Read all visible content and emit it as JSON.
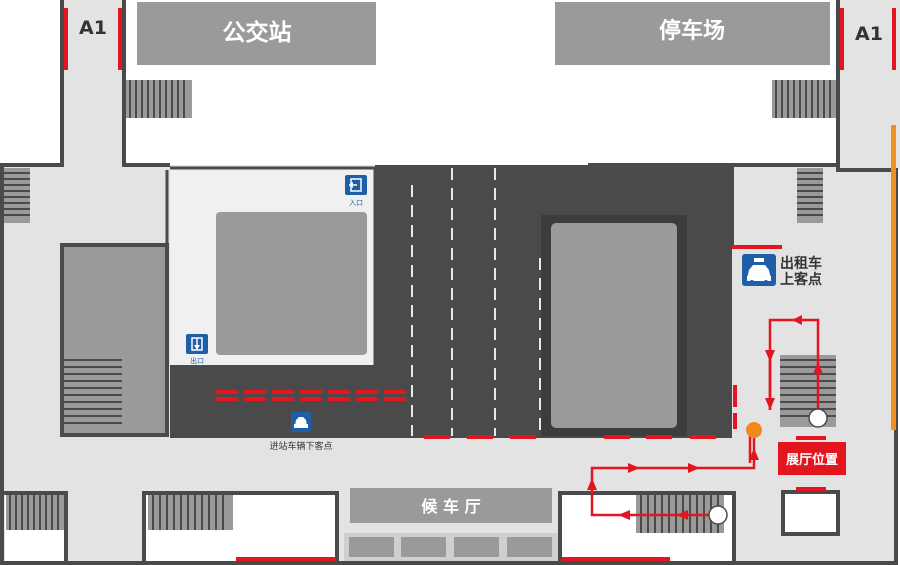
{
  "labels": {
    "a1_left": "A1",
    "a1_right": "A1",
    "bus_station": "公交站",
    "parking_lot": "停车场",
    "entrance": "入口",
    "exit": "出口",
    "dropoff": "进站车辆下客点",
    "taxi_line1": "出租车",
    "taxi_line2": "上客点",
    "booth": "展厅位置",
    "waiting_hall": "候 车 厅"
  },
  "icons": {
    "entrance": "entrance-door-icon",
    "exit": "exit-door-icon",
    "car": "car-icon",
    "taxi": "taxi-icon"
  },
  "colors": {
    "wall": "#4a4a4a",
    "floor": "#e3e3e3",
    "road": "#4a4a4a",
    "block": "#9a9a9a",
    "accent_red": "#e3161f",
    "marker_orange": "#f08a1c",
    "sign_blue": "#1f5fa8",
    "orange_strip": "#f0901e"
  }
}
